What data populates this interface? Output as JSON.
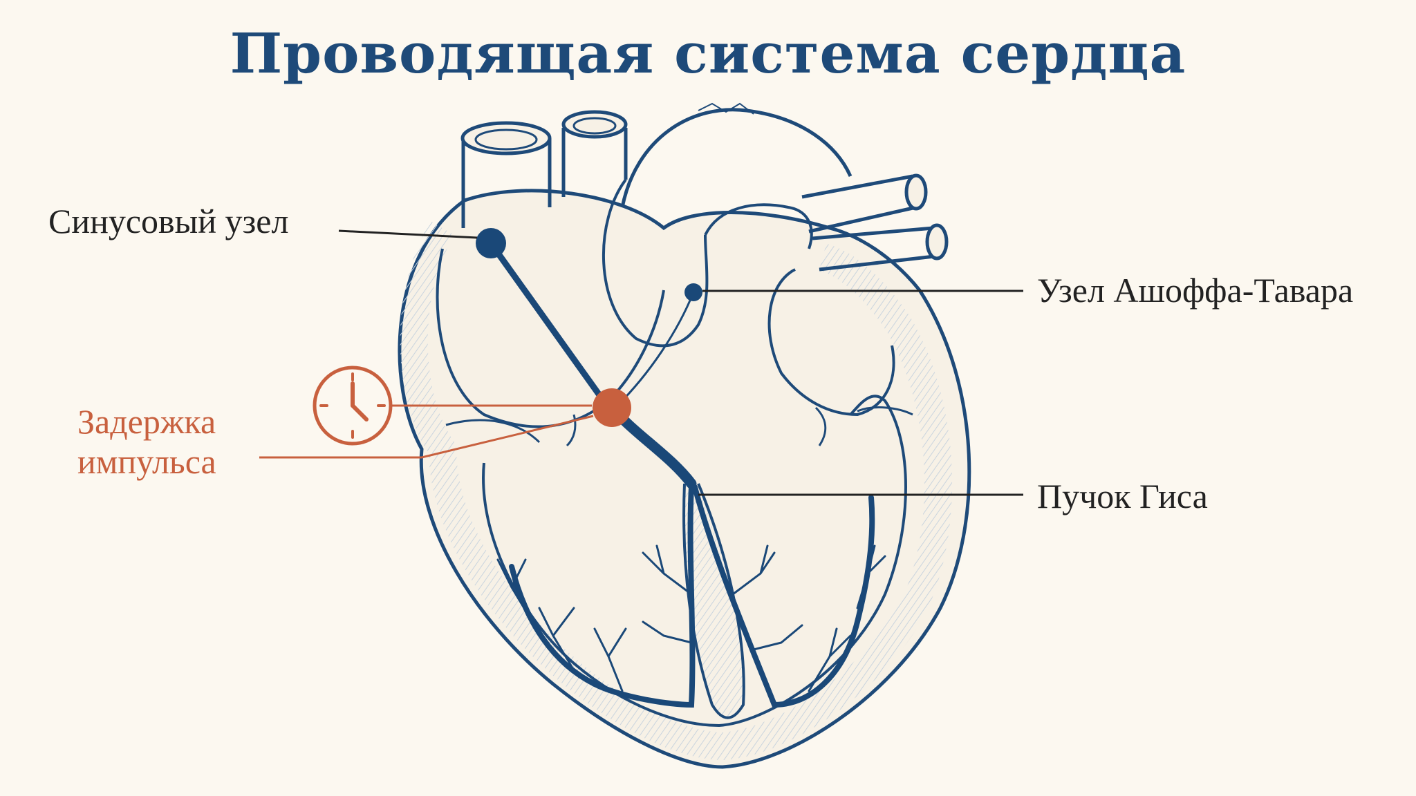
{
  "title": "Проводящая система сердца",
  "labels": {
    "sinus_node": "Синусовый узел",
    "av_node": "Узел Ашоффа-Тавара",
    "his_bundle": "Пучок Гиса",
    "delay_line1": "Задержка",
    "delay_line2": "импульса"
  },
  "icons": {
    "delay": "clock-icon"
  },
  "colors": {
    "background": "#fcf8f0",
    "outline": "#1e4a79",
    "conduction": "#1a4878",
    "accent": "#c8603e",
    "text": "#222222"
  }
}
